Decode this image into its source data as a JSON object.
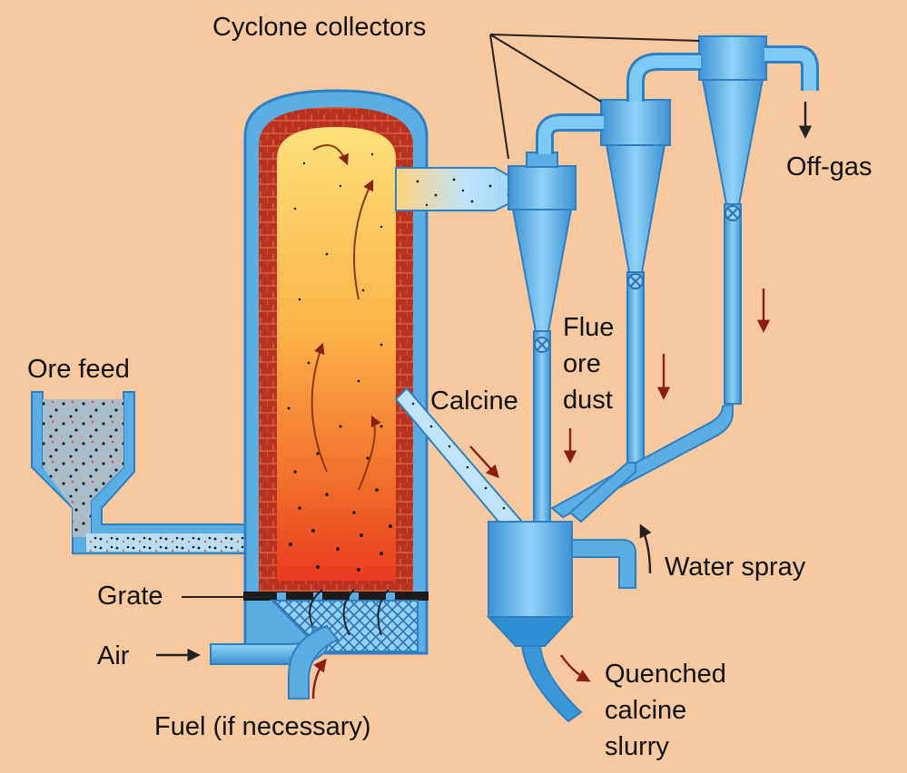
{
  "labels": {
    "cyclone_collectors": "Cyclone collectors",
    "off_gas": "Off-gas",
    "ore_feed": "Ore feed",
    "calcine": "Calcine",
    "flue_ore_dust": [
      "Flue",
      "ore",
      "dust"
    ],
    "water_spray": "Water spray",
    "grate": "Grate",
    "air": "Air",
    "fuel": "Fuel (if necessary)",
    "quenched_calcine_slurry": [
      "Quenched",
      "calcine",
      "slurry"
    ]
  },
  "colors": {
    "background": "#f8c89f",
    "pipe": "#5aaee3",
    "pipe_outline": "#2f7fc2",
    "pipe_light": "#bfe3fb",
    "refractory_brick": "#b8321f",
    "flame_top": "#ffe07a",
    "flame_bottom": "#ea3a1f",
    "arrow": "#8a1f10",
    "text": "#111111"
  },
  "icons": [
    "flow-arrow-icon",
    "damper-valve-icon"
  ]
}
